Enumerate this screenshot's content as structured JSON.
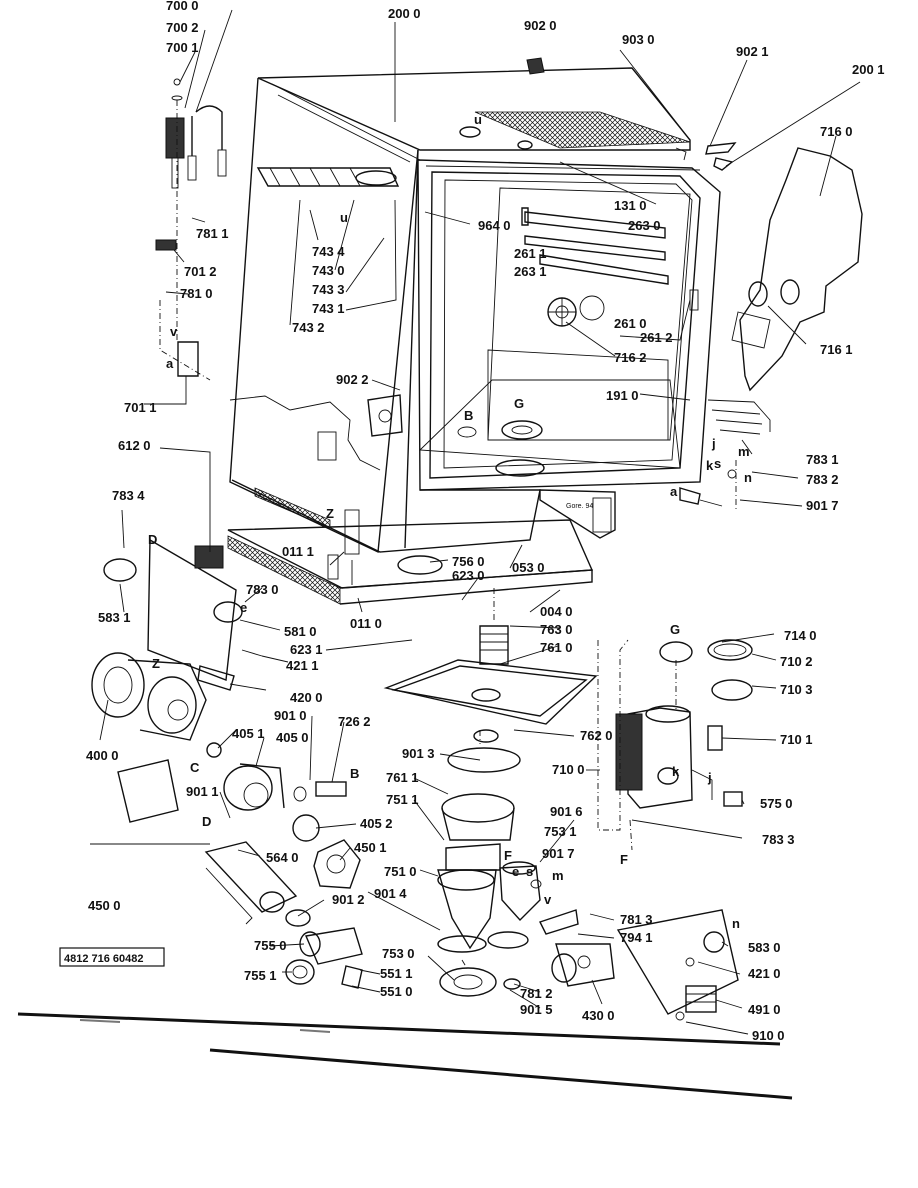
{
  "document_code": "4812 716 60482",
  "stamp_text": "Gore. 94",
  "part_labels": [
    "700 0",
    "700 2",
    "700 1",
    "200 0",
    "902 0",
    "903 0",
    "902 1",
    "200 1",
    "716 0",
    "131 0",
    "263 0",
    "964 0",
    "261 1",
    "263 1",
    "781 1",
    "743 4",
    "743 0",
    "743 3",
    "743 1",
    "743 2",
    "701 2",
    "781 0",
    "261 0",
    "261 2",
    "716 1",
    "716 2",
    "902 2",
    "191 0",
    "701 1",
    "612 0",
    "783 1",
    "783 2",
    "783 4",
    "901 7",
    "011 1",
    "756 0",
    "623 0",
    "053 0",
    "583 1",
    "783 0",
    "581 0",
    "011 0",
    "004 0",
    "763 0",
    "623 1",
    "761 0",
    "421 1",
    "714 0",
    "710 2",
    "420 0",
    "710 3",
    "901 0",
    "726 2",
    "405 1",
    "405 0",
    "762 0",
    "400 0",
    "710 1",
    "901 3",
    "710 0",
    "761 1",
    "751 1",
    "901 1",
    "575 0",
    "405 2",
    "901 6",
    "450 1",
    "753 1",
    "783 3",
    "564 0",
    "751 0",
    "901 7",
    "450 0",
    "901 4",
    "901 2",
    "781 3",
    "794 1",
    "755 0",
    "753 0",
    "583 0",
    "551 1",
    "755 1",
    "781 2",
    "421 0",
    "551 0",
    "901 5",
    "491 0",
    "430 0",
    "910 0"
  ],
  "letter_markers": [
    "u",
    "u",
    "v",
    "a",
    "B",
    "G",
    "Z",
    "D",
    "e",
    "C",
    "B",
    "D",
    "G",
    "k",
    "j",
    "s",
    "m",
    "n",
    "a",
    "F",
    "F",
    "e",
    "s",
    "m",
    "v",
    "n",
    "k",
    "j",
    "Z"
  ]
}
